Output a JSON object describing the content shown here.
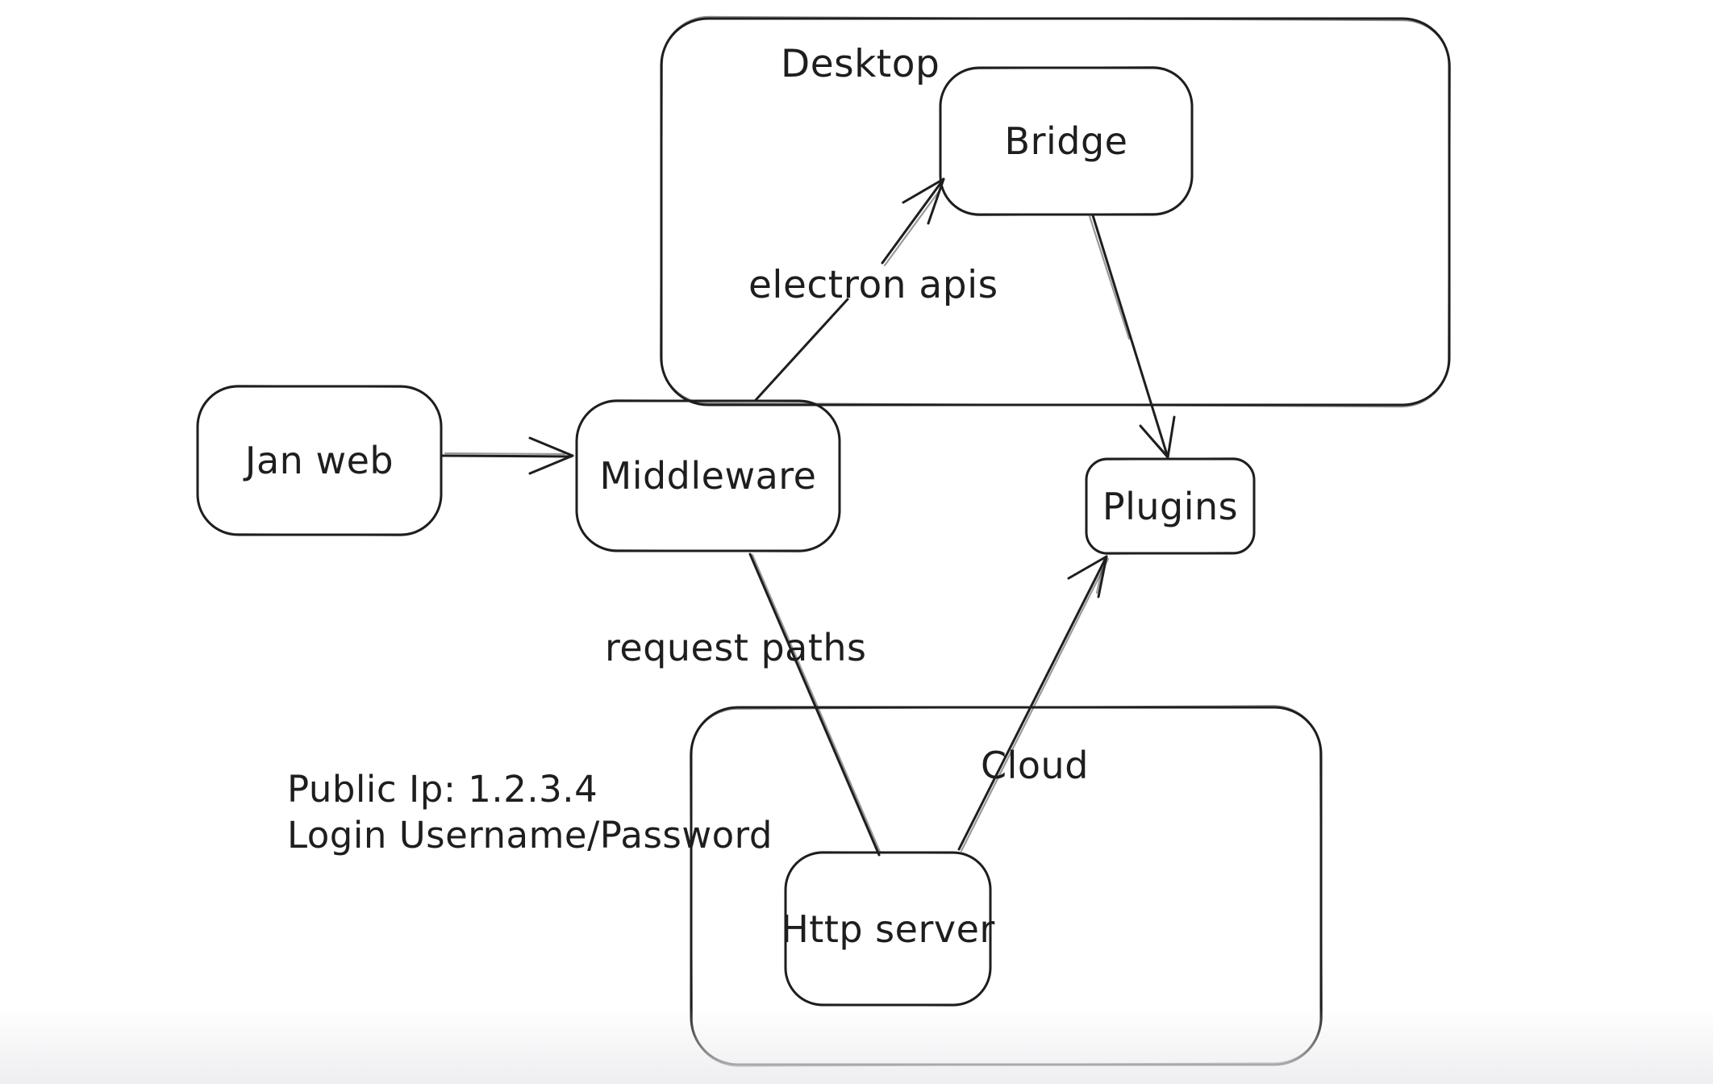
{
  "diagram": {
    "colors": {
      "stroke": "#1e1e1e",
      "background": "#ffffff",
      "node_fill": "#ffffff",
      "footer_fade": "#ececef"
    },
    "containers": {
      "desktop": {
        "label": "Desktop"
      },
      "cloud": {
        "label": "Cloud"
      }
    },
    "nodes": {
      "jan_web": {
        "label": "Jan web"
      },
      "bridge": {
        "label": "Bridge"
      },
      "middleware": {
        "label": "Middleware"
      },
      "plugins": {
        "label": "Plugins"
      },
      "http_server": {
        "label": "Http server"
      }
    },
    "edges": [
      {
        "from": "Jan web",
        "to": "Middleware",
        "label": "",
        "arrowhead": "end"
      },
      {
        "from": "Middleware",
        "to": "Bridge",
        "label": "electron apis",
        "arrowhead": "end"
      },
      {
        "from": "Bridge",
        "to": "Plugins",
        "label": "",
        "arrowhead": "end"
      },
      {
        "from": "Middleware",
        "to": "Http server",
        "label": "request paths",
        "arrowhead": "none"
      },
      {
        "from": "Http server",
        "to": "Plugins",
        "label": "",
        "arrowhead": "end"
      }
    ],
    "notes": {
      "line1": "Public Ip: 1.2.3.4",
      "line2": "Login Username/Password"
    }
  }
}
